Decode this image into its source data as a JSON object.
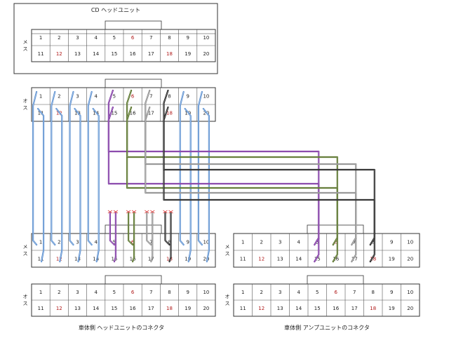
{
  "titles": {
    "cd_head_unit": "CD ヘッドユニット",
    "vehicle_head_unit": "車体側 ヘッドユニットのコネクタ",
    "vehicle_amp_unit": "車体側 アンプユニットのコネクタ"
  },
  "labels": {
    "female": "メ ス",
    "male": "オ ス"
  },
  "pins": {
    "top_row": [
      "1",
      "2",
      "3",
      "4",
      "5",
      "6",
      "7",
      "8",
      "9",
      "10"
    ],
    "bottom_row": [
      "11",
      "12",
      "13",
      "14",
      "15",
      "16",
      "17",
      "18",
      "19",
      "20"
    ],
    "red_pins": [
      "12",
      "6",
      "18"
    ]
  },
  "connectors": [
    {
      "id": "cd-head-female",
      "gender": "female"
    },
    {
      "id": "harness-head-male",
      "gender": "male"
    },
    {
      "id": "head-female",
      "gender": "female"
    },
    {
      "id": "amp-female",
      "gender": "female"
    },
    {
      "id": "head-male",
      "gender": "male"
    },
    {
      "id": "amp-male",
      "gender": "male"
    }
  ],
  "wire_colors": {
    "speaker": "#5a8fd0",
    "purple": "#7a2fa0",
    "green": "#4f6b1e",
    "gray": "#8a8a8a",
    "black": "#1a1a1a",
    "terminal_red": "#e05050",
    "pin_red": "#b01818"
  }
}
